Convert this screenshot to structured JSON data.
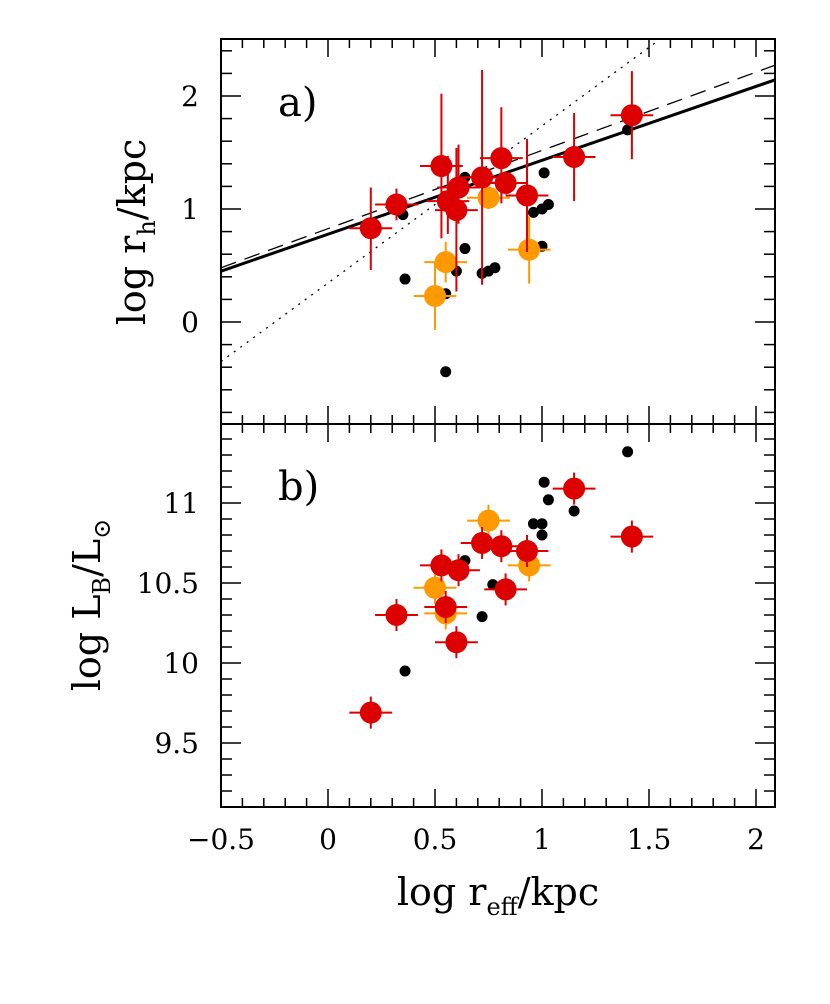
{
  "chart_data": [
    {
      "type": "scatter",
      "panel_label": "a)",
      "xlabel": "log r_eff/kpc",
      "ylabel": "log r_h/kpc",
      "xlim": [
        -0.5,
        2.1
      ],
      "ylim": [
        -0.9,
        2.5
      ],
      "xticks": [
        -0.5,
        0,
        0.5,
        1,
        1.5,
        2
      ],
      "yticks": [
        0,
        1,
        2
      ],
      "ytick_labels": [
        "0",
        "1",
        "2"
      ],
      "series": [
        {
          "name": "red",
          "color": "#dd0000",
          "points": [
            {
              "x": 0.2,
              "y": 0.83,
              "xerr": 0.1,
              "yerr_lo": 0.37,
              "yerr_hi": 0.36
            },
            {
              "x": 0.32,
              "y": 1.04,
              "xerr": 0.1,
              "yerr_lo": 0.14,
              "yerr_hi": 0.14
            },
            {
              "x": 0.53,
              "y": 1.38,
              "xerr": 0.1,
              "yerr_lo": 0.64,
              "yerr_hi": 0.64
            },
            {
              "x": 0.56,
              "y": 1.07,
              "xerr": 0.1,
              "yerr_lo": 0.29,
              "yerr_hi": 0.4
            },
            {
              "x": 0.61,
              "y": 1.19,
              "xerr": 0.1,
              "yerr_lo": 0.32,
              "yerr_hi": 0.38
            },
            {
              "x": 0.6,
              "y": 0.99,
              "xerr": 0.1,
              "yerr_lo": 0.72,
              "yerr_hi": 0.55
            },
            {
              "x": 0.72,
              "y": 1.28,
              "xerr": 0.1,
              "yerr_lo": 0.95,
              "yerr_hi": 0.95
            },
            {
              "x": 0.81,
              "y": 1.45,
              "xerr": 0.1,
              "yerr_lo": 0.4,
              "yerr_hi": 0.45
            },
            {
              "x": 0.83,
              "y": 1.23,
              "xerr": 0.1,
              "yerr_lo": 0.1,
              "yerr_hi": 0.1
            },
            {
              "x": 0.93,
              "y": 1.12,
              "xerr": 0.1,
              "yerr_lo": 0.5,
              "yerr_hi": 0.5
            },
            {
              "x": 1.15,
              "y": 1.46,
              "xerr": 0.1,
              "yerr_lo": 0.39,
              "yerr_hi": 0.39
            },
            {
              "x": 1.42,
              "y": 1.83,
              "xerr": 0.1,
              "yerr_lo": 0.39,
              "yerr_hi": 0.39
            }
          ]
        },
        {
          "name": "orange",
          "color": "#ff9900",
          "points": [
            {
              "x": 0.5,
              "y": 0.23,
              "xerr": 0.1,
              "yerr_lo": 0.3,
              "yerr_hi": 0.3
            },
            {
              "x": 0.55,
              "y": 0.53,
              "xerr": 0.1,
              "yerr_lo": 0.18,
              "yerr_hi": 0.18
            },
            {
              "x": 0.75,
              "y": 1.1,
              "xerr": 0.1,
              "yerr_lo": 0.1,
              "yerr_hi": 0.1
            },
            {
              "x": 0.94,
              "y": 0.64,
              "xerr": 0.1,
              "yerr_lo": 0.3,
              "yerr_hi": 0.3
            }
          ]
        },
        {
          "name": "black",
          "color": "#000000",
          "points": [
            {
              "x": 0.35,
              "y": 0.95
            },
            {
              "x": 0.36,
              "y": 0.38
            },
            {
              "x": 0.55,
              "y": -0.44
            },
            {
              "x": 0.55,
              "y": 0.25
            },
            {
              "x": 0.6,
              "y": 0.45
            },
            {
              "x": 0.64,
              "y": 0.65
            },
            {
              "x": 0.64,
              "y": 1.28
            },
            {
              "x": 0.72,
              "y": 0.43
            },
            {
              "x": 0.75,
              "y": 0.45
            },
            {
              "x": 0.78,
              "y": 0.48
            },
            {
              "x": 0.96,
              "y": 0.97
            },
            {
              "x": 1.0,
              "y": 1.0
            },
            {
              "x": 1.03,
              "y": 1.04
            },
            {
              "x": 1.0,
              "y": 0.67
            },
            {
              "x": 1.01,
              "y": 1.32
            },
            {
              "x": 1.4,
              "y": 1.7
            }
          ]
        }
      ],
      "lines": [
        {
          "name": "solid-fit",
          "style": "solid",
          "width": 3,
          "x": [
            -0.5,
            2.1
          ],
          "y": [
            0.45,
            2.15
          ]
        },
        {
          "name": "dashed-fit",
          "style": "dashed",
          "width": 1.3,
          "x": [
            -0.5,
            2.1
          ],
          "y": [
            0.48,
            2.28
          ]
        },
        {
          "name": "dotted-one-to-one",
          "style": "dotted",
          "width": 1.3,
          "x": [
            -0.5,
            1.55
          ],
          "y": [
            -0.35,
            2.5
          ]
        }
      ]
    },
    {
      "type": "scatter",
      "panel_label": "b)",
      "xlabel": "log r_eff/kpc",
      "ylabel": "log L_B/L_sun",
      "xlim": [
        -0.5,
        2.1
      ],
      "ylim": [
        9.1,
        11.49
      ],
      "xticks": [
        -0.5,
        0,
        0.5,
        1,
        1.5,
        2
      ],
      "xtick_labels": [
        "−0.5",
        "0",
        "0.5",
        "1",
        "1.5",
        "2"
      ],
      "yticks": [
        9.5,
        10,
        10.5,
        11
      ],
      "ytick_labels": [
        "9.5",
        "10",
        "10.5",
        "11"
      ],
      "series": [
        {
          "name": "red",
          "color": "#dd0000",
          "points": [
            {
              "x": 0.2,
              "y": 9.69
            },
            {
              "x": 0.32,
              "y": 10.3
            },
            {
              "x": 0.53,
              "y": 10.61
            },
            {
              "x": 0.55,
              "y": 10.35
            },
            {
              "x": 0.61,
              "y": 10.58
            },
            {
              "x": 0.6,
              "y": 10.13
            },
            {
              "x": 0.72,
              "y": 10.75
            },
            {
              "x": 0.81,
              "y": 10.73
            },
            {
              "x": 0.83,
              "y": 10.46
            },
            {
              "x": 0.93,
              "y": 10.7
            },
            {
              "x": 1.15,
              "y": 11.09
            },
            {
              "x": 1.42,
              "y": 10.79
            }
          ],
          "xerr": 0.1,
          "yerr": 0.1
        },
        {
          "name": "orange",
          "color": "#ff9900",
          "points": [
            {
              "x": 0.5,
              "y": 10.47
            },
            {
              "x": 0.55,
              "y": 10.31
            },
            {
              "x": 0.75,
              "y": 10.89
            },
            {
              "x": 0.94,
              "y": 10.61
            }
          ],
          "xerr": 0.1,
          "yerr": 0.1
        },
        {
          "name": "black",
          "color": "#000000",
          "points": [
            {
              "x": 0.36,
              "y": 9.95
            },
            {
              "x": 0.57,
              "y": 10.33
            },
            {
              "x": 0.64,
              "y": 10.64
            },
            {
              "x": 0.72,
              "y": 10.29
            },
            {
              "x": 0.77,
              "y": 10.49
            },
            {
              "x": 0.96,
              "y": 10.87
            },
            {
              "x": 1.0,
              "y": 10.87
            },
            {
              "x": 1.0,
              "y": 10.8
            },
            {
              "x": 1.01,
              "y": 11.13
            },
            {
              "x": 1.03,
              "y": 11.02
            },
            {
              "x": 1.15,
              "y": 10.95
            },
            {
              "x": 1.4,
              "y": 11.32
            }
          ]
        }
      ]
    }
  ],
  "labels": {
    "panel_a": "a)",
    "panel_b": "b)",
    "ylabel_a_main": "log r",
    "ylabel_a_sub": "h",
    "ylabel_a_tail": "/kpc",
    "ylabel_b_main": "log L",
    "ylabel_b_sub": "B",
    "ylabel_b_mid": "/L",
    "ylabel_b_sun": "⊙",
    "xlabel_main": "log r",
    "xlabel_sub": "eff",
    "xlabel_tail": "/kpc"
  }
}
